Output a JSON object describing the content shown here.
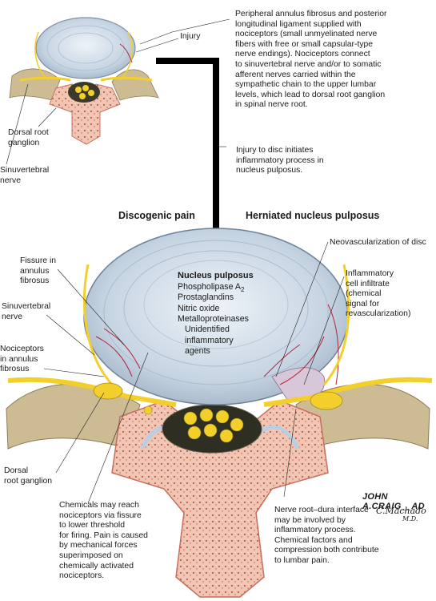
{
  "headings": {
    "discogenic": "Discogenic pain",
    "herniated": "Herniated nucleus pulposus"
  },
  "labels": {
    "peripheral": "Peripheral annulus fibrosus and posterior\nlongitudinal ligament supplied with\nnociceptors (small unmyelinated nerve\nfibers with free or small capsular-type\nnerve endings). Nociceptors connect\nto sinuvertebral nerve and/or to somatic\nafferent nerves carried within the\nsympathetic chain to the upper lumbar\nlevels, which lead to dorsal root ganglion\nin spinal nerve root.",
    "injury": "Injury",
    "dorsal_top": "Dorsal root\nganglion",
    "sinuvertebral_top": "Sinuvertebral\nnerve",
    "injury_initiates": "Injury to disc initiates\ninflammatory process in\nnucleus pulposus.",
    "fissure": "Fissure in\nannulus\nfibrosus",
    "sinuvertebral_bottom": "Sinuvertebral\nnerve",
    "nociceptors_annulus": "Nociceptors\nin annulus\nfibrosus",
    "dorsal_bottom": "Dorsal\nroot ganglion",
    "neovascularization": "Neovascularization of disc",
    "inflammatory_infiltrate": "Inflammatory\ncell infiltrate\n(chemical\nsignal for\nrevascularization)",
    "chemicals": "Chemicals may reach\nnociceptors via fissure\nto lower threshold\nfor firing. Pain is caused\nby mechanical forces\nsuperimposed on\nchemically activated\nnociceptors.",
    "nerve_root": "Nerve root–dura interface\nmay be involved by\ninflammatory process.\nChemical factors and\ncompression both contribute\nto lumbar pain."
  },
  "nucleus": {
    "title": "Nucleus pulposus",
    "phospholipase": "Phospholipase A",
    "phospholipase_sub": "2",
    "items": "Prostaglandins\nNitric oxide\nMetalloproteinases",
    "unidentified": "Unidentified\ninflammatory\nagents"
  },
  "signature": {
    "line1": "JOHN A.CRAIG__AD",
    "line2": "C.Machado",
    "line3": "M.D."
  },
  "colors": {
    "disc": "#c9d6e2",
    "bone": "#e8b9a6",
    "bone_edge": "#c96d5c",
    "nerve": "#f2cf2a",
    "vessel": "#b8233a",
    "arrow": "#000000"
  }
}
